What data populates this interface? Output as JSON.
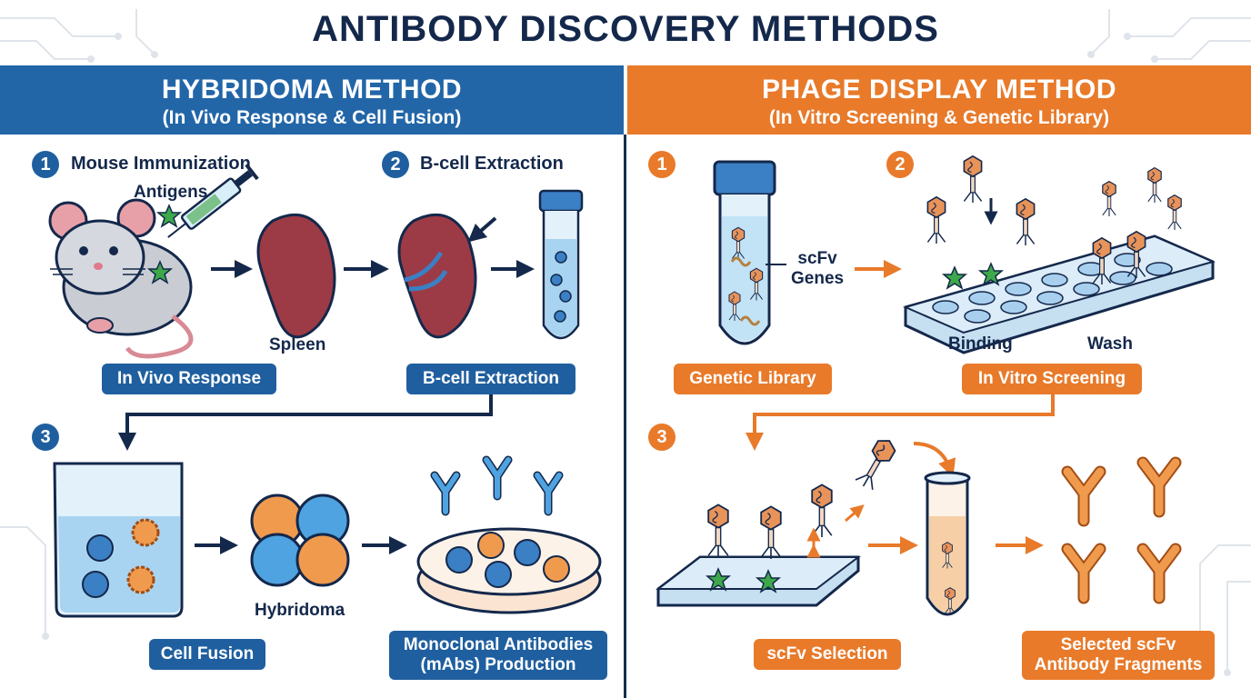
{
  "title": "ANTIBODY DISCOVERY METHODS",
  "colors": {
    "blue": "#2266a8",
    "orange": "#e87a2a",
    "navy": "#14284b"
  },
  "hybridoma": {
    "title": "HYBRIDOMA METHOD",
    "subtitle": "(In Vivo Response & Cell Fusion)",
    "steps": [
      {
        "number": "1",
        "label": "Mouse Immunization"
      },
      {
        "number": "2",
        "label": "B-cell Extraction"
      },
      {
        "number": "3",
        "label": ""
      }
    ],
    "labels": {
      "antigens": "Antigens",
      "spleen": "Spleen",
      "hybridoma": "Hybridoma"
    },
    "pills": {
      "in_vivo": "In Vivo Response",
      "bcell": "B-cell Extraction",
      "fusion": "Cell Fusion",
      "mabs_line1": "Monoclonal Antibodies",
      "mabs_line2": "(mAbs) Production"
    }
  },
  "phage": {
    "title": "PHAGE DISPLAY METHOD",
    "subtitle": "(In Vitro Screening & Genetic Library)",
    "steps": [
      {
        "number": "1",
        "label": ""
      },
      {
        "number": "2",
        "label": ""
      },
      {
        "number": "3",
        "label": ""
      }
    ],
    "labels": {
      "scfv_line1": "scFv",
      "scfv_line2": "Genes",
      "binding": "Binding",
      "wash": "Wash"
    },
    "pills": {
      "library": "Genetic Library",
      "screening": "In Vitro Screening",
      "selection": "scFv Selection",
      "fragments_line1": "Selected scFv",
      "fragments_line2": "Antibody Fragments"
    }
  }
}
